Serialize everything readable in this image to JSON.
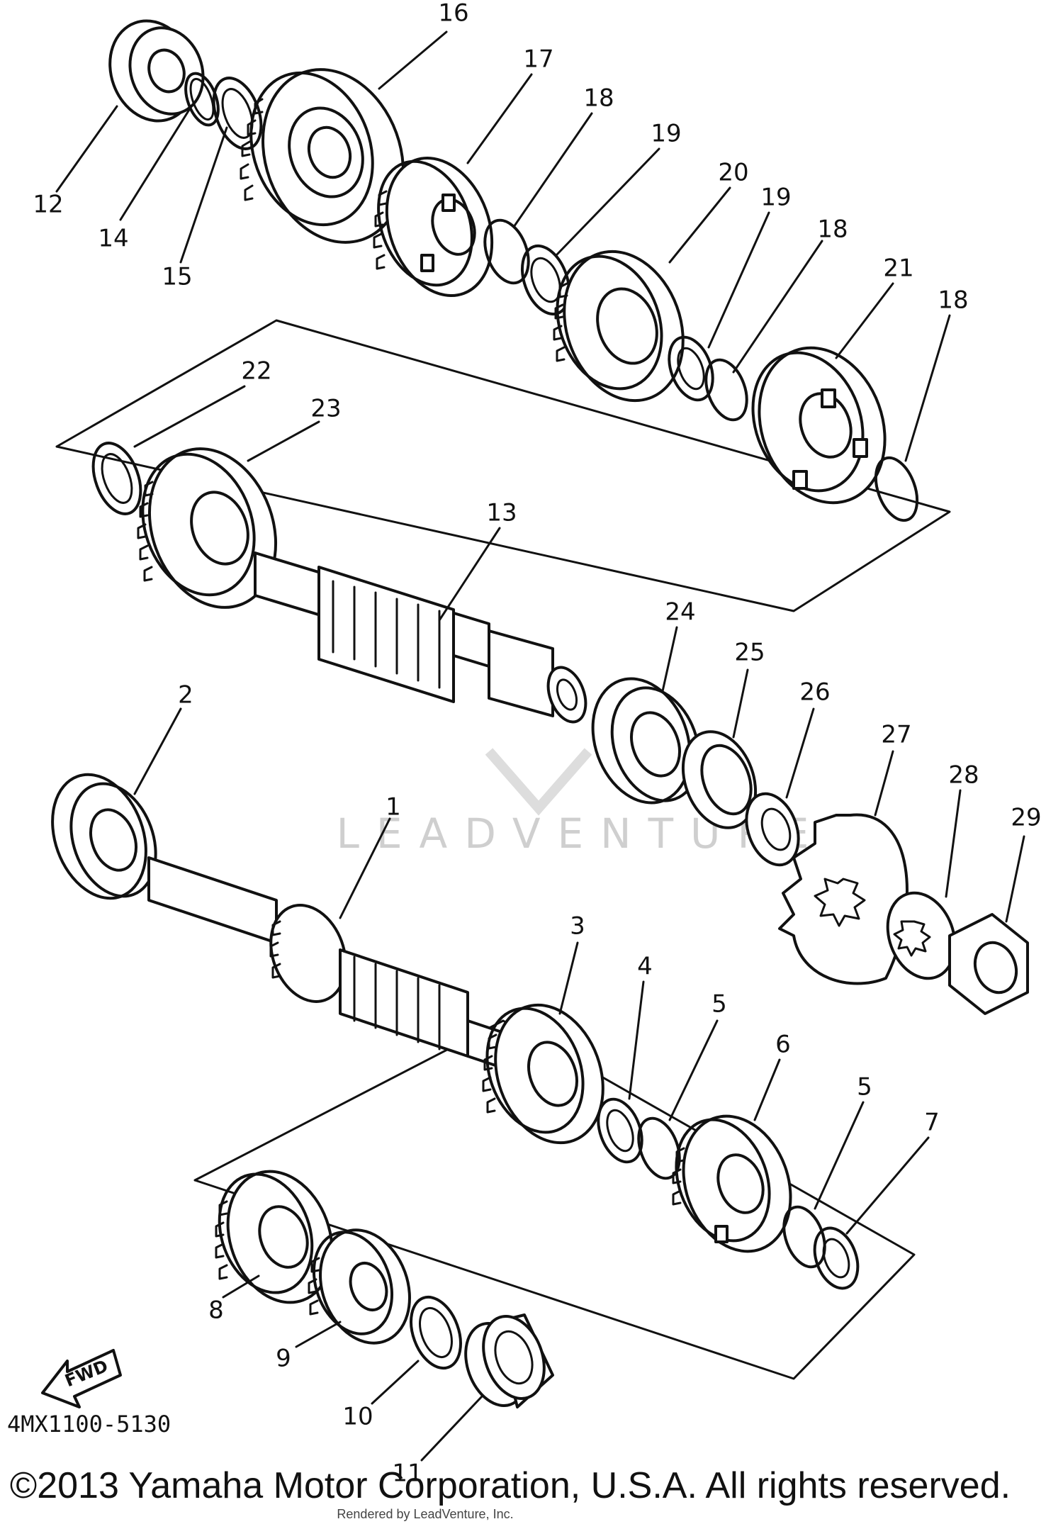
{
  "diagram": {
    "callouts": {
      "c1": "1",
      "c2": "2",
      "c3": "3",
      "c4": "4",
      "c5a": "5",
      "c5b": "5",
      "c6": "6",
      "c7": "7",
      "c8": "8",
      "c9": "9",
      "c10": "10",
      "c11": "11",
      "c12": "12",
      "c13": "13",
      "c14": "14",
      "c15": "15",
      "c16": "16",
      "c17": "17",
      "c18a": "18",
      "c18b": "18",
      "c18c": "18",
      "c19a": "19",
      "c19b": "19",
      "c20": "20",
      "c21": "21",
      "c22": "22",
      "c23": "23",
      "c24": "24",
      "c25": "25",
      "c26": "26",
      "c27": "27",
      "c28": "28",
      "c29": "29"
    },
    "fwd_label": "FWD",
    "watermark": "LEADVENTURE"
  },
  "footer": {
    "doc_code": "4MX1100-5130",
    "copyright": "©2013 Yamaha Motor Corporation, U.S.A. All rights reserved.",
    "rendered_by": "Rendered by LeadVenture, Inc."
  },
  "colors": {
    "ink": "#111111",
    "background": "#ffffff",
    "watermark": "#cfcfcf"
  }
}
